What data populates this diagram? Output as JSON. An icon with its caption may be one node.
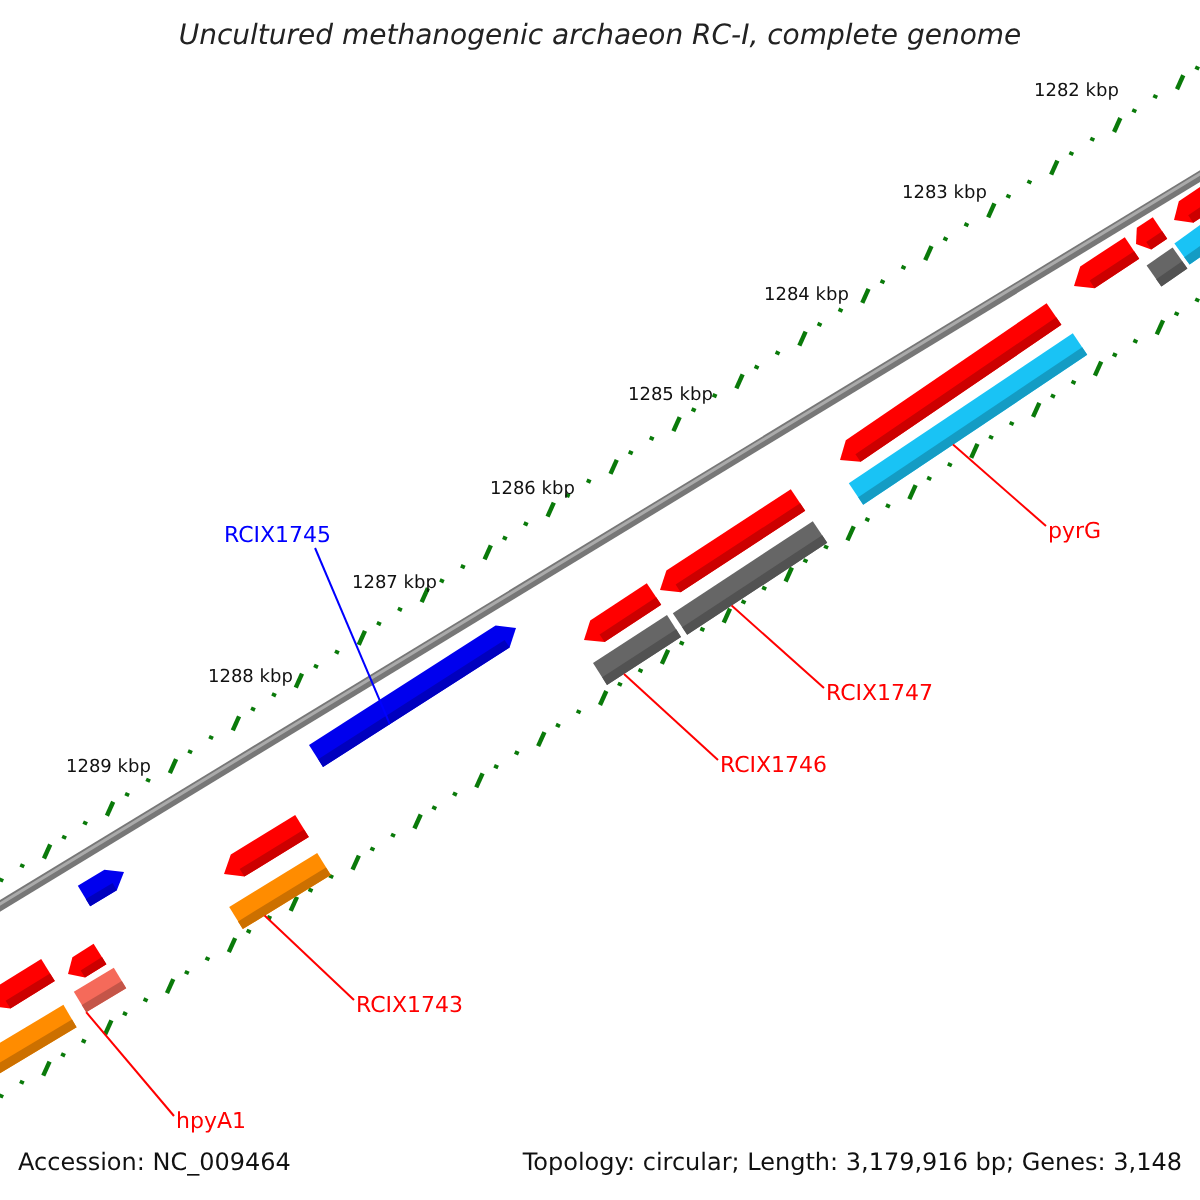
{
  "diagram": {
    "title": "Uncultured methanogenic archaeon RC-I, complete genome",
    "nodes": [
      {
        "text": [],
        "shape": "arrow"
      },
      {
        "text": [],
        "shape": "arrow"
      },
      {
        "text": [],
        "shape": "arrow"
      },
      {
        "text": [],
        "shape": "bar"
      },
      {
        "text": [],
        "shape": "bar"
      },
      {
        "text": [],
        "shape": "arrow"
      },
      {
        "text": [],
        "shape": "bar"
      },
      {
        "text": [
          "pyrG"
        ]
      },
      {
        "text": [
          "RCIX1745"
        ]
      },
      {
        "text": [],
        "shape": "arrow"
      },
      {
        "text": [],
        "shape": "bar"
      },
      {
        "text": [],
        "shape": "arrow"
      },
      {
        "text": [],
        "shape": "bar"
      },
      {
        "text": [],
        "shape": "arrow"
      },
      {
        "text": [
          "RCIX1747"
        ]
      },
      {
        "text": [
          "RCIX1746"
        ]
      },
      {
        "text": [],
        "shape": "arrow"
      },
      {
        "text": [],
        "shape": "arrow"
      },
      {
        "text": [],
        "shape": "bar"
      },
      {
        "text": [],
        "shape": "arrow"
      },
      {
        "text": [],
        "shape": "arrow"
      },
      {
        "text": [],
        "shape": "bar"
      },
      {
        "text": [],
        "shape": "bar"
      },
      {
        "text": [
          "RCIX1743"
        ]
      },
      {
        "text": [
          "hpyA1"
        ]
      }
    ],
    "edges": [
      {
        "from": 7,
        "to": 6,
        "arrow": "none"
      },
      {
        "from": 8,
        "to": 13,
        "arrow": "none",
        "color": "#0000ff"
      },
      {
        "from": 14,
        "to": 10,
        "arrow": "none"
      },
      {
        "from": 15,
        "to": 12,
        "arrow": "none"
      },
      {
        "from": 23,
        "to": 18,
        "arrow": "none"
      },
      {
        "from": 24,
        "to": 21,
        "arrow": "none"
      }
    ],
    "labels": [
      "1282 kbp",
      "1283 kbp",
      "1284 kbp",
      "1285 kbp",
      "1286 kbp",
      "1287 kbp",
      "1288 kbp",
      "1289 kbp",
      "Accession: NC_009464",
      "Topology: circular; Length: 3,179,916 bp; Genes: 3,148"
    ]
  }
}
